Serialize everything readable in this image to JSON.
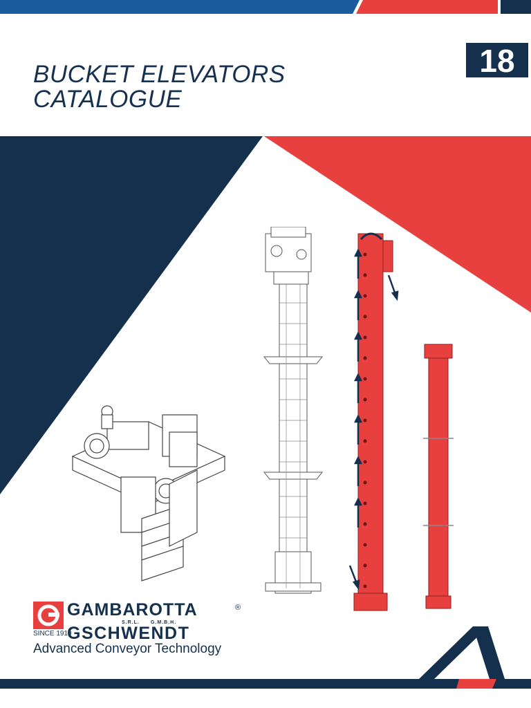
{
  "cover": {
    "title_line1": "BUCKET ELEVATORS",
    "title_line2": "CATALOGUE",
    "number": "18"
  },
  "brand": {
    "name_line1": "GAMBAROTTA",
    "legal_left": "S.R.L.",
    "legal_right": "G.M.B.H.",
    "name_line2": "GSCHWENDT",
    "registered_mark": "®",
    "since": "SINCE 1919",
    "tagline": "Advanced Conveyor Technology"
  },
  "colors": {
    "navy": "#14304d",
    "red": "#e8403e",
    "light_blue": "#1b5c9c"
  },
  "icons": [
    "gambarotta-logo-icon",
    "chevron-arrow-icon"
  ]
}
